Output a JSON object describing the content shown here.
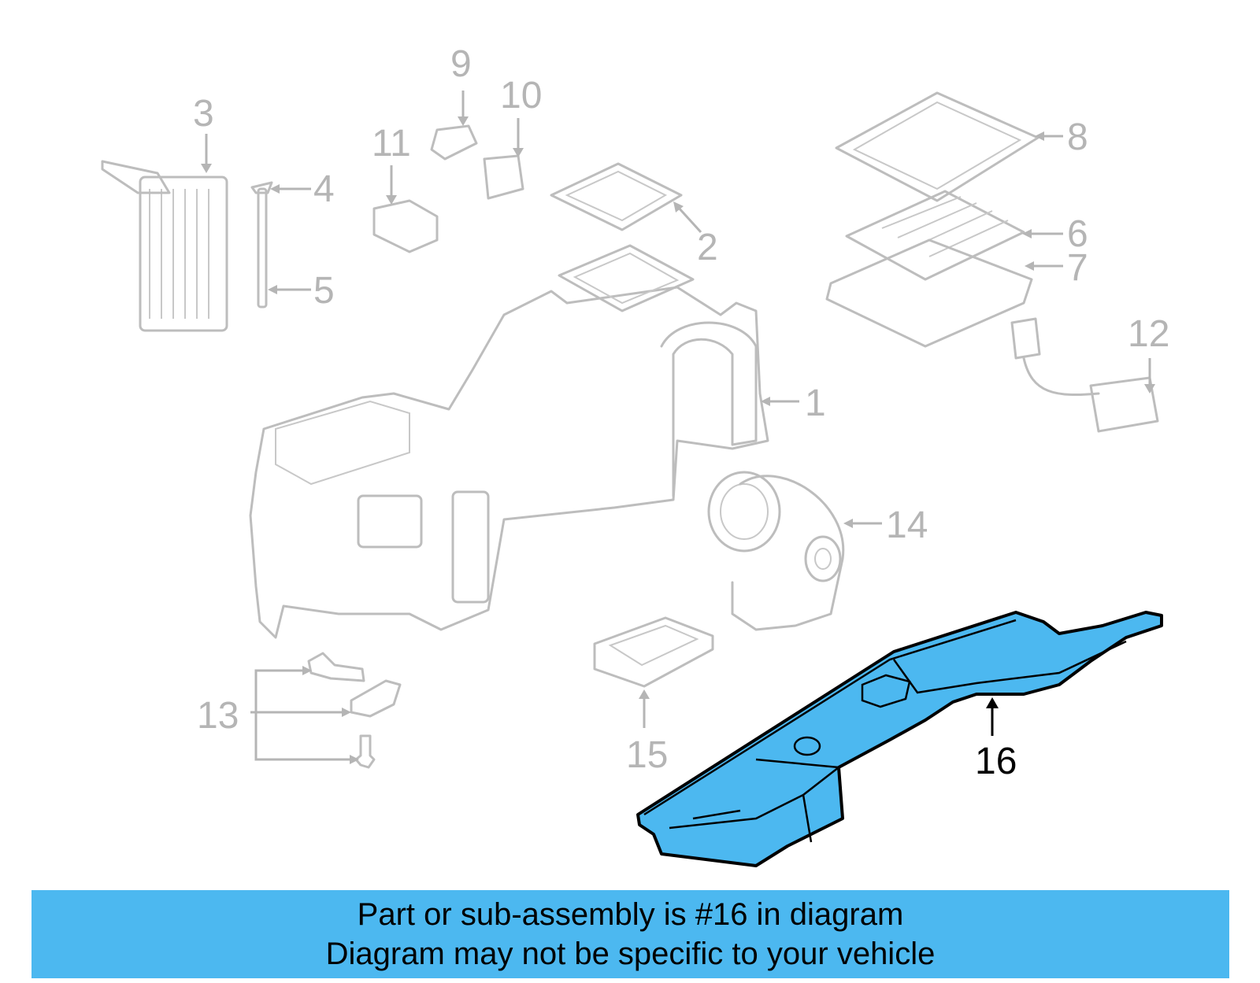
{
  "colors": {
    "highlight": "#4cb8f0",
    "ghost": "#bdbdbd",
    "label_ghost": "#b5b5b5",
    "label_highlight": "#000000"
  },
  "callouts": {
    "c1": "1",
    "c2": "2",
    "c3": "3",
    "c4": "4",
    "c5": "5",
    "c6": "6",
    "c7": "7",
    "c8": "8",
    "c9": "9",
    "c10": "10",
    "c11": "11",
    "c12": "12",
    "c13": "13",
    "c14": "14",
    "c15": "15",
    "c16": "16"
  },
  "highlighted_part": "16",
  "caption": {
    "line1": "Part or sub-assembly is #16 in diagram",
    "line2": "Diagram may not be specific to your vehicle"
  }
}
